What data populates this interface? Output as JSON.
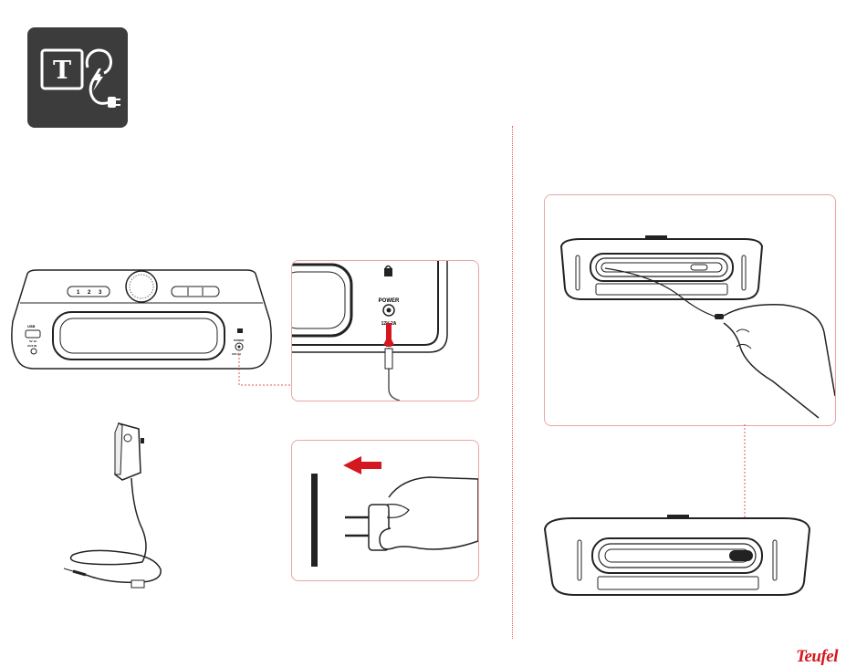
{
  "brand": {
    "logo_text": "Teufel",
    "accent_color": "#d5181f",
    "panel_border_color": "#e9a6a6"
  },
  "badge": {
    "icon": "teufel-power-connect-icon",
    "letter": "T",
    "background": "#3c3c3c"
  },
  "device_labels": {
    "power": "POWER",
    "power_spec": "12V 2A",
    "usb": "USB",
    "usb_spec": "5V 1A",
    "audio": "AUX IN"
  },
  "preset_buttons": [
    "1",
    "2",
    "3"
  ],
  "panels": {
    "back_closeup": {
      "title": "power-socket-closeup"
    },
    "unplug": {
      "title": "unplug-from-wall"
    },
    "cable_routing": {
      "title": "cable-routing-underside"
    }
  }
}
